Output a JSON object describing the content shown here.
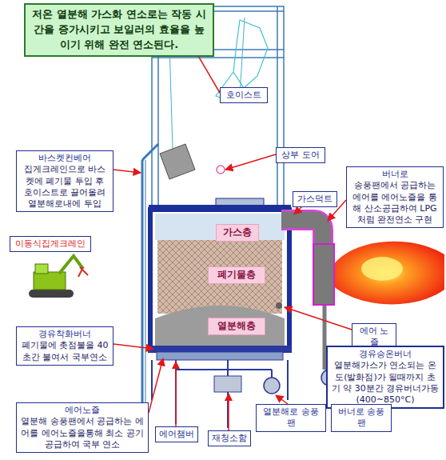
{
  "diagram": {
    "title": "저온 열분해 가스화 연소로는 작동 시간을 증가시키고 보일러의 효율을 높이기 위해 완전 연소된다.",
    "nodes": [
      {
        "text": [
          "호이스트"
        ]
      },
      {
        "text": [
          "상부 도어"
        ]
      },
      {
        "text": [
          "바스켓컨베어",
          "집게크레인으로 바스켓에 폐기물 투입 후 호이스트로 끌어올려 열분해로내에 투입"
        ]
      },
      {
        "text": [
          "가스덕트"
        ]
      },
      {
        "text": [
          "버너로",
          "송풍팬에서 공급하는 에어를 에어노즐을 통해 산소공급하여 LPG 처럼 완전연소 구현"
        ]
      },
      {
        "text": [
          "이동식집게크레인"
        ]
      },
      {
        "text": [
          "가스층"
        ]
      },
      {
        "text": [
          "폐기물층"
        ]
      },
      {
        "text": [
          "열분해층"
        ]
      },
      {
        "text": [
          "에어 노즐"
        ]
      },
      {
        "text": [
          "경유착화버너",
          "폐기물에 촛점불을 40초간 불여서 국부연소"
        ]
      },
      {
        "text": [
          "경유승온버너",
          "열분해가스가 연소되는 온도(발화점)가 될때까지 초기 약 30분간 경유버너가동(400~850°C)"
        ]
      },
      {
        "text": [
          "에어노즐",
          "열분해 송풍팬에서 공급하는 에어를 에어노즐을통해 최소 공기 공급하여 국부 연소"
        ]
      },
      {
        "text": [
          "열분해로 송풍팬"
        ]
      },
      {
        "text": [
          "버너로 송풍팬"
        ]
      },
      {
        "text": [
          "에어챔버"
        ]
      },
      {
        "text": [
          "재청소함"
        ]
      }
    ]
  }
}
